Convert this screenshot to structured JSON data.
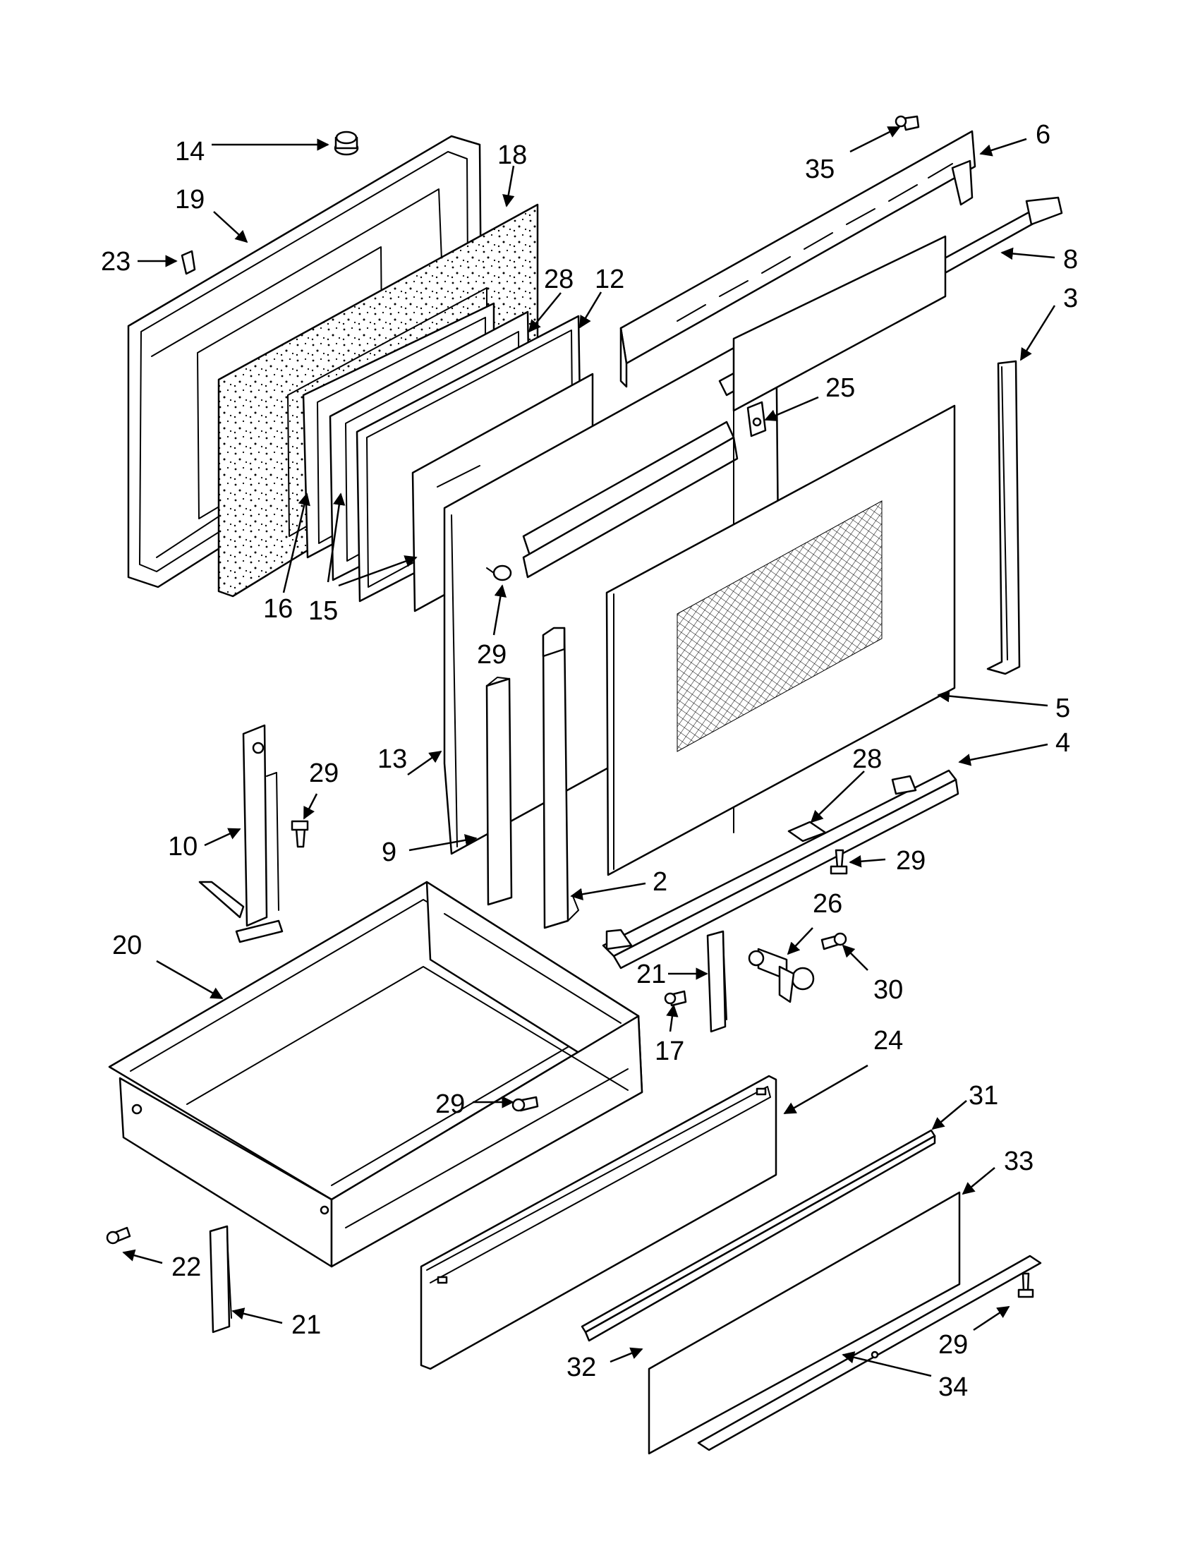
{
  "callouts": [
    {
      "id": "c14",
      "text": "14"
    },
    {
      "id": "c18",
      "text": "18"
    },
    {
      "id": "c19",
      "text": "19"
    },
    {
      "id": "c23",
      "text": "23"
    },
    {
      "id": "c28a",
      "text": "28"
    },
    {
      "id": "c12",
      "text": "12"
    },
    {
      "id": "c16",
      "text": "16"
    },
    {
      "id": "c15",
      "text": "15"
    },
    {
      "id": "c29a",
      "text": "29"
    },
    {
      "id": "c35",
      "text": "35"
    },
    {
      "id": "c6",
      "text": "6"
    },
    {
      "id": "c8",
      "text": "8"
    },
    {
      "id": "c3",
      "text": "3"
    },
    {
      "id": "c25",
      "text": "25"
    },
    {
      "id": "c5",
      "text": "5"
    },
    {
      "id": "c4",
      "text": "4"
    },
    {
      "id": "c28b",
      "text": "28"
    },
    {
      "id": "c29b",
      "text": "29"
    },
    {
      "id": "c10",
      "text": "10"
    },
    {
      "id": "c13",
      "text": "13"
    },
    {
      "id": "c9",
      "text": "9"
    },
    {
      "id": "c2",
      "text": "2"
    },
    {
      "id": "c29c",
      "text": "29"
    },
    {
      "id": "c26",
      "text": "26"
    },
    {
      "id": "c20",
      "text": "20"
    },
    {
      "id": "c21a",
      "text": "21"
    },
    {
      "id": "c30",
      "text": "30"
    },
    {
      "id": "c24",
      "text": "24"
    },
    {
      "id": "c17",
      "text": "17"
    },
    {
      "id": "c29d",
      "text": "29"
    },
    {
      "id": "c31",
      "text": "31"
    },
    {
      "id": "c33",
      "text": "33"
    },
    {
      "id": "c22",
      "text": "22"
    },
    {
      "id": "c21b",
      "text": "21"
    },
    {
      "id": "c29e",
      "text": "29"
    },
    {
      "id": "c32",
      "text": "32"
    },
    {
      "id": "c34",
      "text": "34"
    }
  ]
}
